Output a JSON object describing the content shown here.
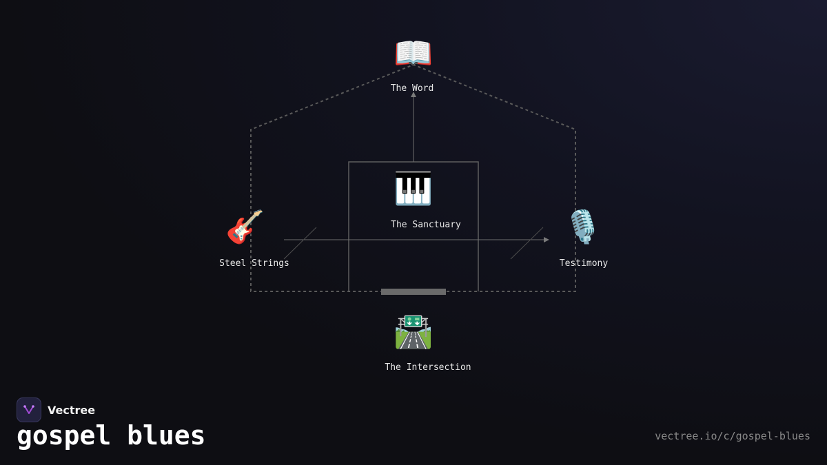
{
  "diagram": {
    "nodes": {
      "word": {
        "label": "The Word",
        "emoji": "📖",
        "icon": "open-book-icon"
      },
      "sanctuary": {
        "label": "The Sanctuary",
        "emoji": "🎹",
        "icon": "piano-keys-icon"
      },
      "steel_strings": {
        "label": "Steel Strings",
        "emoji": "🎸",
        "icon": "guitar-icon"
      },
      "testimony": {
        "label": "Testimony",
        "emoji": "🎙️",
        "icon": "microphone-icon"
      },
      "intersection": {
        "label": "The Intersection",
        "emoji": "🛣️",
        "icon": "highway-icon"
      }
    },
    "edges": [
      {
        "from": "sanctuary",
        "to": "word"
      },
      {
        "from": "steel_strings",
        "to": "testimony"
      }
    ]
  },
  "brand": {
    "name": "Vectree"
  },
  "title": "gospel blues",
  "url": "vectree.io/c/gospel-blues",
  "colors": {
    "background": "#0e0e13",
    "line": "#6a6a6a",
    "text": "#e8e8e8",
    "brand_logo": "#a24bd6"
  }
}
